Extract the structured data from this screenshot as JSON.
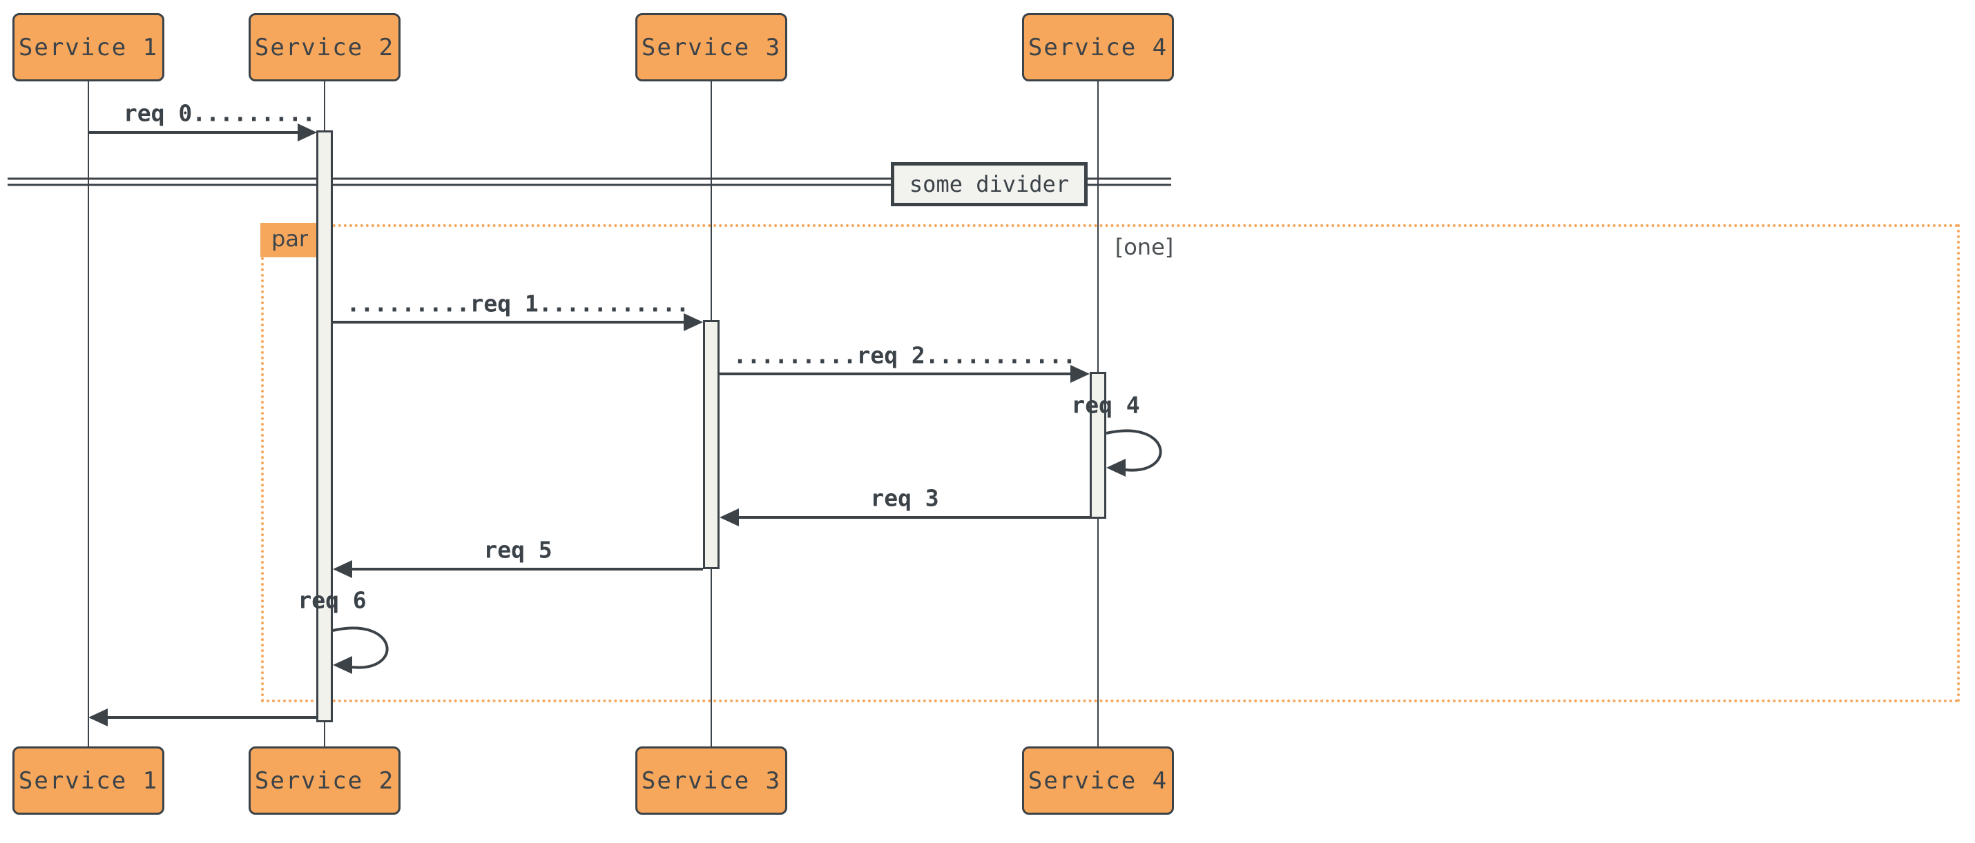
{
  "colors": {
    "accent-orange": "#F6A75C",
    "dark": "#3B4248",
    "activation-fill": "#F2F2ED",
    "divider-fill": "#F2F2EE",
    "muted-text": "#4B5054",
    "background": "#FFFFFF"
  },
  "actors": [
    {
      "label": "Service 1"
    },
    {
      "label": "Service 2"
    },
    {
      "label": "Service 3"
    },
    {
      "label": "Service 4"
    }
  ],
  "messages": {
    "req0": {
      "label": "req 0.........",
      "from": "Service 1",
      "to": "Service 2",
      "kind": "solid-arrow"
    },
    "req1": {
      "label": ".........req 1...........",
      "from": "Service 2",
      "to": "Service 3",
      "kind": "solid-arrow"
    },
    "req2": {
      "label": ".........req 2...........",
      "from": "Service 3",
      "to": "Service 4",
      "kind": "solid-arrow"
    },
    "req4": {
      "label": "req 4",
      "from": "Service 4",
      "to": "Service 4",
      "kind": "self-loop"
    },
    "req3": {
      "label": "req 3",
      "from": "Service 4",
      "to": "Service 3",
      "kind": "solid-arrow"
    },
    "req5": {
      "label": "req 5",
      "from": "Service 3",
      "to": "Service 2",
      "kind": "solid-arrow"
    },
    "req6": {
      "label": "req 6",
      "from": "Service 2",
      "to": "Service 2",
      "kind": "self-loop"
    },
    "return": {
      "label": "",
      "from": "Service 2",
      "to": "Service 1",
      "kind": "solid-arrow"
    }
  },
  "divider": {
    "label": "some divider"
  },
  "par": {
    "label": "par",
    "condition": "[one]"
  }
}
